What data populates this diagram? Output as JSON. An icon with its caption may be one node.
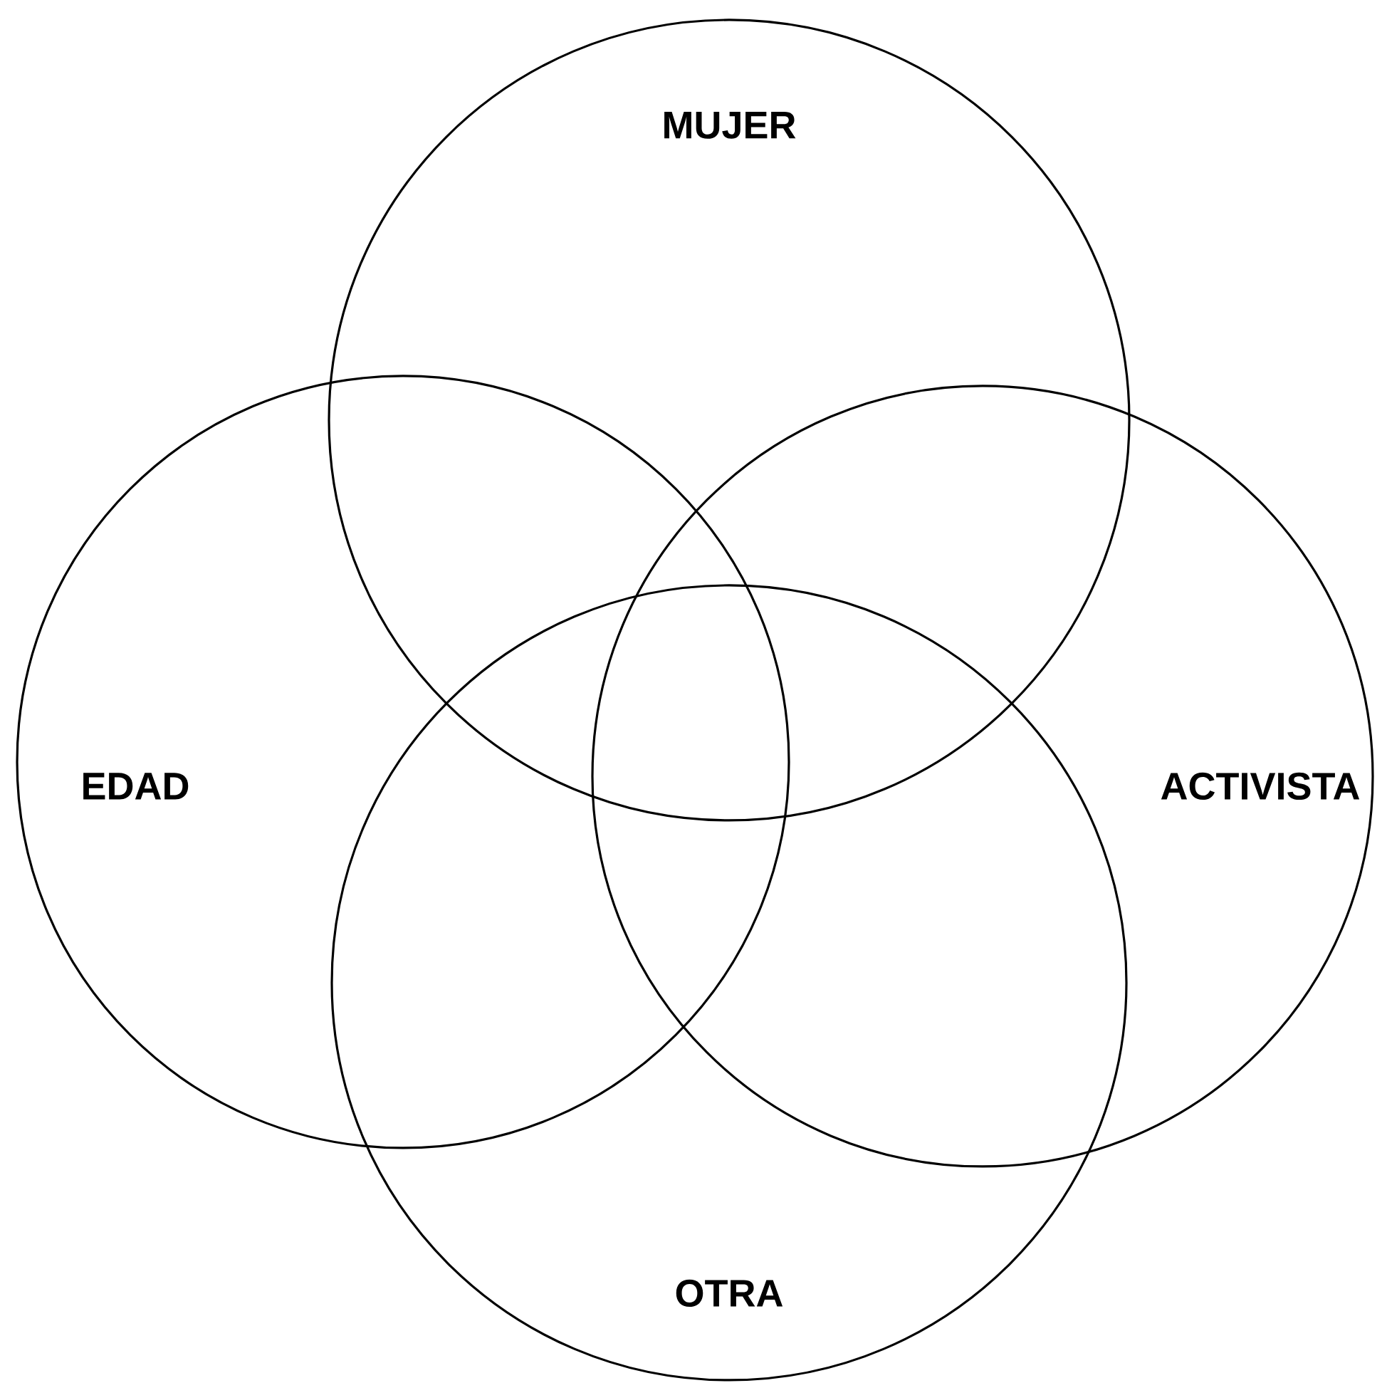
{
  "diagram": {
    "nodes": [
      {
        "text": [
          "MUJER"
        ]
      },
      {
        "text": [
          "EDAD"
        ]
      },
      {
        "text": [
          "ACTIVISTA"
        ]
      },
      {
        "text": [
          "OTRA"
        ]
      }
    ]
  }
}
